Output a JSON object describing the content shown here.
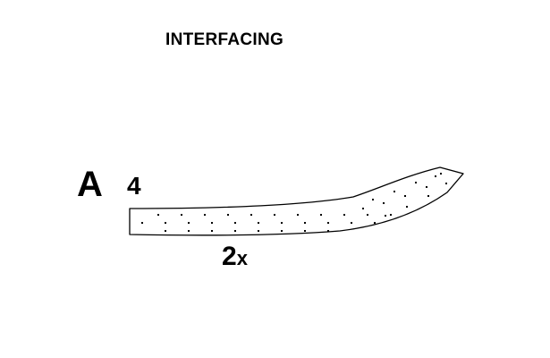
{
  "title": "INTERFACING",
  "piece": {
    "letter": "A",
    "number": "4",
    "quantity_value": "2",
    "quantity_suffix": "x"
  },
  "colors": {
    "outline": "#000000",
    "background": "#ffffff",
    "fill_pattern": "dotted"
  }
}
